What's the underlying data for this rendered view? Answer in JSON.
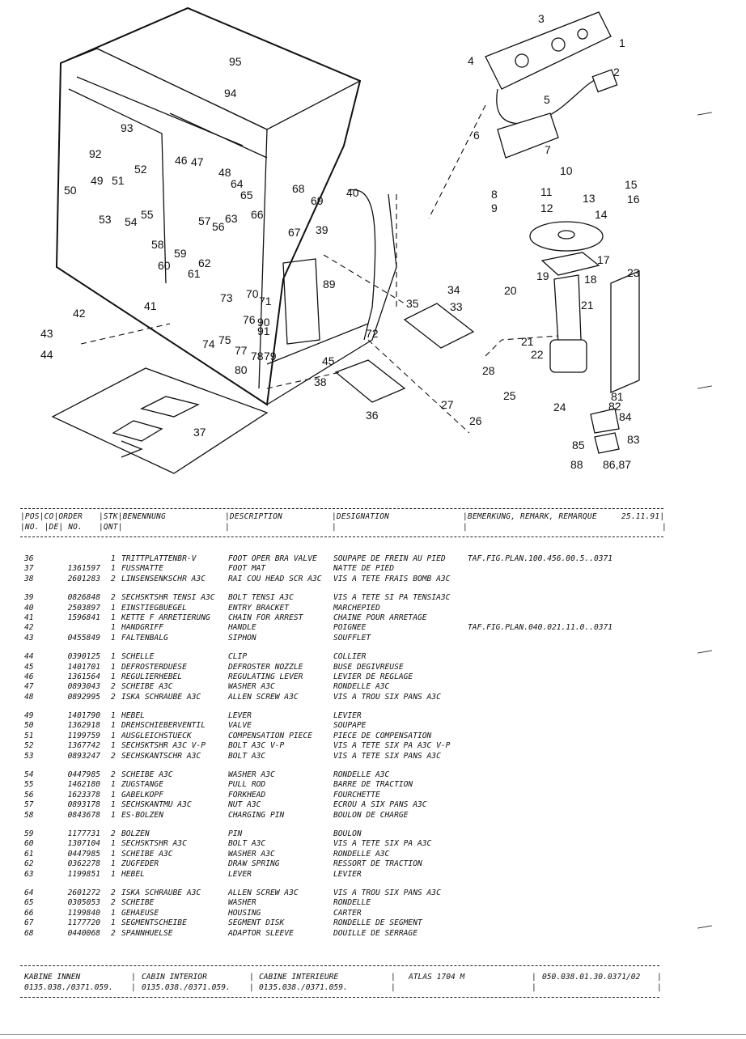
{
  "diagram": {
    "callouts": [
      "1",
      "2",
      "3",
      "4",
      "5",
      "6",
      "7",
      "10",
      "8",
      "9",
      "11",
      "12",
      "13",
      "14",
      "15",
      "16",
      "17",
      "18",
      "19",
      "20",
      "21",
      "21",
      "22",
      "23",
      "24",
      "25",
      "26",
      "27",
      "28",
      "33",
      "34",
      "35",
      "36",
      "37",
      "38",
      "39",
      "40",
      "41",
      "42",
      "43",
      "44",
      "45",
      "46",
      "47",
      "48",
      "49",
      "50",
      "51",
      "52",
      "53",
      "54",
      "55",
      "56",
      "57",
      "58",
      "59",
      "60",
      "61",
      "62",
      "63",
      "64",
      "65",
      "66",
      "67",
      "68",
      "69",
      "70",
      "71",
      "72",
      "73",
      "74",
      "75",
      "76",
      "77",
      "78",
      "79",
      "80",
      "81",
      "82",
      "83",
      "84",
      "85",
      "86,87",
      "88",
      "89",
      "90",
      "91",
      "92",
      "93",
      "94",
      "95"
    ]
  },
  "table_header": {
    "col1_top": "POS",
    "col1_bottom": "NO.",
    "col2_top": "CO",
    "col2_bottom": "DE",
    "col3_top": "ORDER",
    "col3_bottom": "NO.",
    "col4_top": "STK",
    "col4_bottom": "QNT",
    "col5": "BENENNUNG",
    "col6": "DESCRIPTION",
    "col7": "DESIGNATION",
    "col8": "BEMERKUNG, REMARK, REMARQUE",
    "date": "25.11.91"
  },
  "groups": [
    [
      {
        "pos": "36",
        "order": "",
        "qty": "1",
        "name": "TRITTPLATTENBR-V",
        "desc": "FOOT OPER BRA VALVE",
        "fr": "SOUPAPE DE FREIN AU PIED",
        "rem": "TAF.FIG.PLAN.100.456.00.5..0371"
      },
      {
        "pos": "37",
        "order": "1361597",
        "qty": "1",
        "name": "FUSSMATTE",
        "desc": "FOOT MAT",
        "fr": "NATTE DE PIED",
        "rem": ""
      },
      {
        "pos": "38",
        "order": "2601283",
        "qty": "2",
        "name": "LINSENSENKSCHR A3C",
        "desc": "RAI COU HEAD SCR A3C",
        "fr": "VIS A TETE FRAIS BOMB A3C",
        "rem": ""
      }
    ],
    [
      {
        "pos": "39",
        "order": "0826848",
        "qty": "2",
        "name": "SECHSKTSHR TENSI A3C",
        "desc": "BOLT TENSI A3C",
        "fr": "VIS A TETE SI PA TENSIA3C",
        "rem": ""
      },
      {
        "pos": "40",
        "order": "2503897",
        "qty": "1",
        "name": "EINSTIEGBUEGEL",
        "desc": "ENTRY BRACKET",
        "fr": "MARCHEPIED",
        "rem": ""
      },
      {
        "pos": "41",
        "order": "1596841",
        "qty": "1",
        "name": "KETTE F ARRETIERUNG",
        "desc": "CHAIN FOR ARREST",
        "fr": "CHAINE POUR ARRETAGE",
        "rem": ""
      },
      {
        "pos": "42",
        "order": "",
        "qty": "1",
        "name": "HANDGRIFF",
        "desc": "HANDLE",
        "fr": "POIGNEE",
        "rem": "TAF.FIG.PLAN.040.021.11.0..0371"
      },
      {
        "pos": "43",
        "order": "0455849",
        "qty": "1",
        "name": "FALTENBALG",
        "desc": "SIPHON",
        "fr": "SOUFFLET",
        "rem": ""
      }
    ],
    [
      {
        "pos": "44",
        "order": "0390125",
        "qty": "1",
        "name": "SCHELLE",
        "desc": "CLIP",
        "fr": "COLLIER",
        "rem": ""
      },
      {
        "pos": "45",
        "order": "1401701",
        "qty": "1",
        "name": "DEFROSTERDUESE",
        "desc": "DEFROSTER NOZZLE",
        "fr": "BUSE DEGIVREUSE",
        "rem": ""
      },
      {
        "pos": "46",
        "order": "1361564",
        "qty": "1",
        "name": "REGULIERHEBEL",
        "desc": "REGULATING LEVER",
        "fr": "LEVIER DE REGLAGE",
        "rem": ""
      },
      {
        "pos": "47",
        "order": "0893043",
        "qty": "2",
        "name": "SCHEIBE A3C",
        "desc": "WASHER A3C",
        "fr": "RONDELLE A3C",
        "rem": ""
      },
      {
        "pos": "48",
        "order": "0892995",
        "qty": "2",
        "name": "ISKA SCHRAUBE A3C",
        "desc": "ALLEN SCREW A3C",
        "fr": "VIS A TROU SIX PANS A3C",
        "rem": ""
      }
    ],
    [
      {
        "pos": "49",
        "order": "1401790",
        "qty": "1",
        "name": "HEBEL",
        "desc": "LEVER",
        "fr": "LEVIER",
        "rem": ""
      },
      {
        "pos": "50",
        "order": "1362918",
        "qty": "1",
        "name": "DREHSCHIEBERVENTIL",
        "desc": "VALVE",
        "fr": "SOUPAPE",
        "rem": ""
      },
      {
        "pos": "51",
        "order": "1199759",
        "qty": "1",
        "name": "AUSGLEICHSTUECK",
        "desc": "COMPENSATION PIECE",
        "fr": "PIECE DE COMPENSATION",
        "rem": ""
      },
      {
        "pos": "52",
        "order": "1367742",
        "qty": "1",
        "name": "SECHSKTSHR A3C V-P",
        "desc": "BOLT A3C V-P",
        "fr": "VIS A TETE SIX PA A3C V-P",
        "rem": ""
      },
      {
        "pos": "53",
        "order": "0893247",
        "qty": "2",
        "name": "SECHSKANTSCHR A3C",
        "desc": "BOLT A3C",
        "fr": "VIS A TETE SIX PANS A3C",
        "rem": ""
      }
    ],
    [
      {
        "pos": "54",
        "order": "0447985",
        "qty": "2",
        "name": "SCHEIBE A3C",
        "desc": "WASHER A3C",
        "fr": "RONDELLE A3C",
        "rem": ""
      },
      {
        "pos": "55",
        "order": "1462180",
        "qty": "1",
        "name": "ZUGSTANGE",
        "desc": "PULL ROD",
        "fr": "BARRE DE TRACTION",
        "rem": ""
      },
      {
        "pos": "56",
        "order": "1623378",
        "qty": "1",
        "name": "GABELKOPF",
        "desc": "FORKHEAD",
        "fr": "FOURCHETTE",
        "rem": ""
      },
      {
        "pos": "57",
        "order": "0893178",
        "qty": "1",
        "name": "SECHSKANTMU A3C",
        "desc": "NUT A3C",
        "fr": "ECROU A SIX PANS A3C",
        "rem": ""
      },
      {
        "pos": "58",
        "order": "0843678",
        "qty": "1",
        "name": "ES-BOLZEN",
        "desc": "CHARGING PIN",
        "fr": "BOULON DE CHARGE",
        "rem": ""
      }
    ],
    [
      {
        "pos": "59",
        "order": "1177731",
        "qty": "2",
        "name": "BOLZEN",
        "desc": "PIN",
        "fr": "BOULON",
        "rem": ""
      },
      {
        "pos": "60",
        "order": "1307104",
        "qty": "1",
        "name": "SECHSKTSHR A3C",
        "desc": "BOLT A3C",
        "fr": "VIS A TETE SIX PA A3C",
        "rem": ""
      },
      {
        "pos": "61",
        "order": "0447985",
        "qty": "1",
        "name": "SCHEIBE A3C",
        "desc": "WASHER A3C",
        "fr": "RONDELLE A3C",
        "rem": ""
      },
      {
        "pos": "62",
        "order": "0362278",
        "qty": "1",
        "name": "ZUGFEDER",
        "desc": "DRAW SPRING",
        "fr": "RESSORT DE TRACTION",
        "rem": ""
      },
      {
        "pos": "63",
        "order": "1199851",
        "qty": "1",
        "name": "HEBEL",
        "desc": "LEVER",
        "fr": "LEVIER",
        "rem": ""
      }
    ],
    [
      {
        "pos": "64",
        "order": "2601272",
        "qty": "2",
        "name": "ISKA SCHRAUBE A3C",
        "desc": "ALLEN SCREW A3C",
        "fr": "VIS A TROU SIX PANS A3C",
        "rem": ""
      },
      {
        "pos": "65",
        "order": "0305053",
        "qty": "2",
        "name": "SCHEIBE",
        "desc": "WASHER",
        "fr": "RONDELLE",
        "rem": ""
      },
      {
        "pos": "66",
        "order": "1199840",
        "qty": "1",
        "name": "GEHAEUSE",
        "desc": "HOUSING",
        "fr": "CARTER",
        "rem": ""
      },
      {
        "pos": "67",
        "order": "1177720",
        "qty": "1",
        "name": "SEGMENTSCHEIBE",
        "desc": "SEGMENT DISK",
        "fr": "RONDELLE DE SEGMENT",
        "rem": ""
      },
      {
        "pos": "68",
        "order": "0440068",
        "qty": "2",
        "name": "SPANNHUELSE",
        "desc": "ADAPTOR SLEEVE",
        "fr": "DOUILLE DE SERRAGE",
        "rem": ""
      }
    ]
  ],
  "footer": {
    "de_title": "KABINE INNEN",
    "de_code": "0135.038./0371.059.",
    "en_title": "CABIN INTERIOR",
    "en_code": "0135.038./0371.059.",
    "fr_title": "CABINE INTERIEURE",
    "fr_code": "0135.038./0371.059.",
    "model": "ATLAS 1704 M",
    "page_code": "050.038.01.30.0371/02"
  }
}
